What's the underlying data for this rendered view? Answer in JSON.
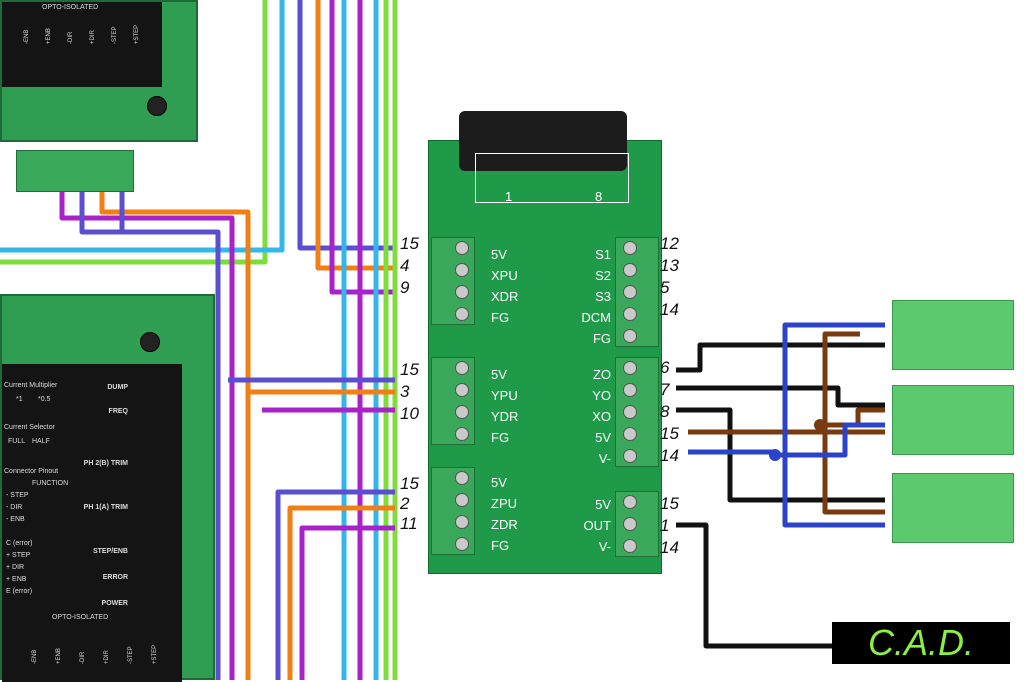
{
  "driver_top": {
    "header": "OPTO-ISOLATED",
    "signals": [
      "-ENB",
      "+ENB",
      "-DIR",
      "+DIR",
      "-STEP",
      "+STEP"
    ]
  },
  "driver_bottom": {
    "current_multiplier_title": "Current Multiplier",
    "current_multiplier_opts": [
      "*1",
      "*0.5"
    ],
    "current_selector_title": "Current Selector",
    "current_selector_opts": [
      "FULL",
      "HALF"
    ],
    "pinout_title": "Connector Pinout",
    "pinout_header": "FUNCTION",
    "pinout_rows": [
      "- STEP",
      "- DIR",
      "- ENB",
      "",
      "C (error)",
      "+ STEP",
      "+ DIR",
      "+ ENB",
      "E (error)"
    ],
    "side_labels": [
      "DUMP",
      "FREQ",
      "PH 2(B) TRIM",
      "PH 1(A) TRIM",
      "STEP/ENB",
      "ERROR",
      "POWER"
    ],
    "footer": "OPTO-ISOLATED",
    "signals": [
      "-ENB",
      "+ENB",
      "-DIR",
      "+DIR",
      "-STEP",
      "+STEP"
    ]
  },
  "board": {
    "db_pins": [
      "1",
      "8"
    ],
    "block_x_left": [
      "5V",
      "XPU",
      "XDR",
      "FG"
    ],
    "block_x_right": [
      "S1",
      "S2",
      "S3",
      "DCM",
      "FG"
    ],
    "block_y_left": [
      "5V",
      "YPU",
      "YDR",
      "FG"
    ],
    "block_y_right": [
      "ZO",
      "YO",
      "XO",
      "5V",
      "V-"
    ],
    "block_z_left": [
      "5V",
      "ZPU",
      "ZDR",
      "FG"
    ],
    "block_z_right": [
      "5V",
      "OUT",
      "V-"
    ]
  },
  "pin_numbers": {
    "x_left": [
      "15",
      "4",
      "9"
    ],
    "y_left": [
      "15",
      "3",
      "10"
    ],
    "z_left": [
      "15",
      "2",
      "11"
    ],
    "x_right": [
      "12",
      "13",
      "5",
      "14"
    ],
    "y_right": [
      "6",
      "7",
      "8",
      "15",
      "14"
    ],
    "z_right": [
      "15",
      "1",
      "14"
    ]
  },
  "logo": {
    "text": "C.A.D."
  },
  "colors": {
    "green": "#7ddd3a",
    "blue": "#5a4fd0",
    "cyan": "#33b6ea",
    "orange": "#f07f14",
    "purple": "#a821c9",
    "black": "#111111",
    "brown": "#7a3a10",
    "sensor_blue": "#2a43c8"
  }
}
